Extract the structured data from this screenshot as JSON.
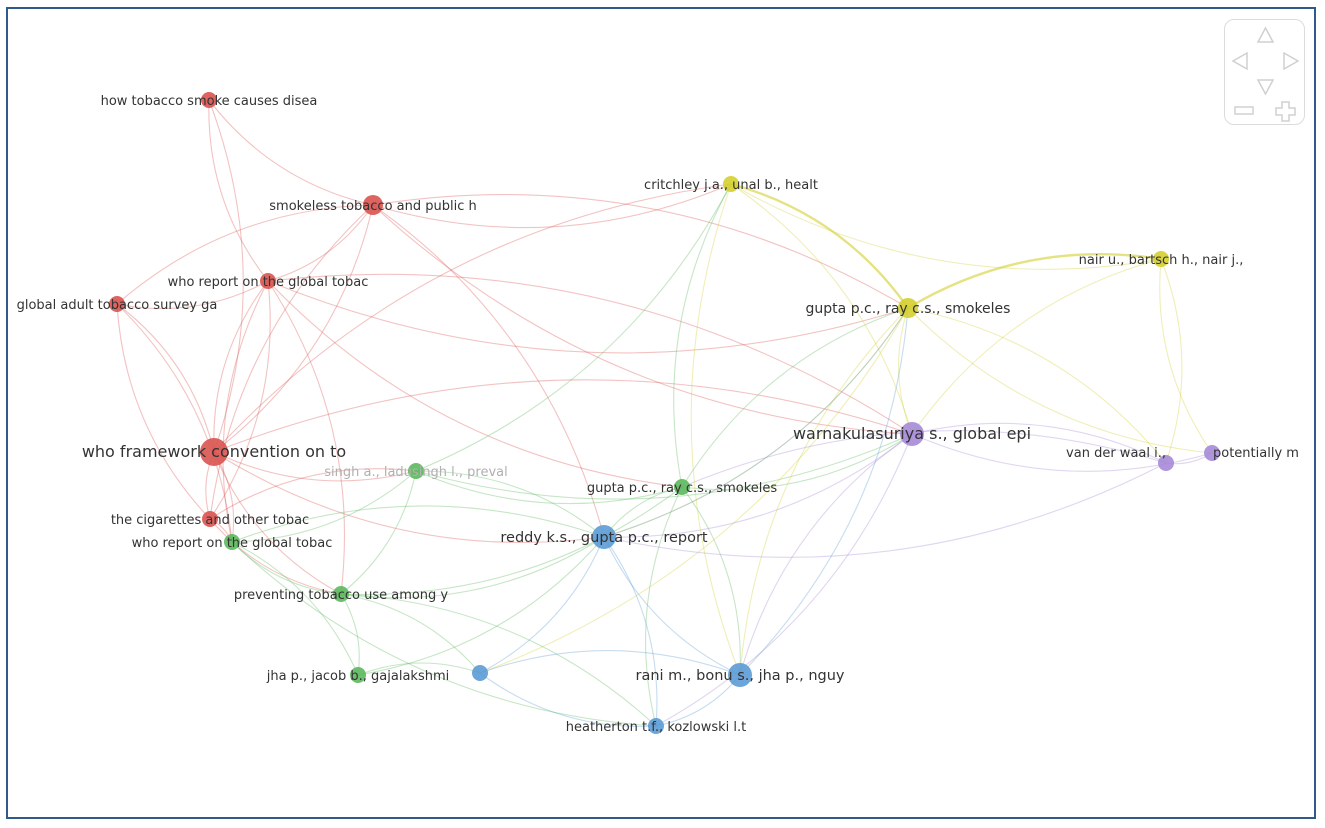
{
  "network": {
    "clusters": {
      "red": "#d9534f",
      "green": "#5cb85c",
      "blue": "#5b9bd5",
      "yellow": "#d4cf2f",
      "purple": "#a68ad8"
    },
    "nodes": [
      {
        "id": "n1",
        "label": "how tobacco smoke causes disea",
        "cluster": "red",
        "weight": 2
      },
      {
        "id": "n2",
        "label": "smokeless tobacco and public h",
        "cluster": "red",
        "weight": 3
      },
      {
        "id": "n3",
        "label": "who report on the global tobac",
        "cluster": "red",
        "weight": 2
      },
      {
        "id": "n4",
        "label": "global adult tobacco survey ga",
        "cluster": "red",
        "weight": 2
      },
      {
        "id": "n5",
        "label": "who framework convention on to",
        "cluster": "red",
        "weight": 5
      },
      {
        "id": "n6",
        "label": "the cigarettes and other tobac",
        "cluster": "red",
        "weight": 2
      },
      {
        "id": "n7",
        "label": "who report on the global tobac",
        "cluster": "green",
        "weight": 2
      },
      {
        "id": "n8",
        "label": "singh a., ladusingh l., preval",
        "cluster": "green",
        "weight": 2,
        "faded": true
      },
      {
        "id": "n9",
        "label": "preventing tobacco use among y",
        "cluster": "green",
        "weight": 2
      },
      {
        "id": "n10",
        "label": "jha p., jacob b., gajalakshmi",
        "cluster": "green",
        "weight": 2
      },
      {
        "id": "n11",
        "label": "gupta p.c., ray c.s., smokeles",
        "cluster": "green",
        "weight": 2
      },
      {
        "id": "n12",
        "label": "critchley j.a., unal b., healt",
        "cluster": "yellow",
        "weight": 2
      },
      {
        "id": "n13",
        "label": "gupta p.c., ray c.s., smokeles",
        "cluster": "yellow",
        "weight": 3
      },
      {
        "id": "n14",
        "label": "nair u., bartsch h., nair j.,",
        "cluster": "yellow",
        "weight": 2
      },
      {
        "id": "n15",
        "label": "warnakulasuriya s., global epi",
        "cluster": "purple",
        "weight": 4
      },
      {
        "id": "n16",
        "label": "van der waal i.,",
        "cluster": "purple",
        "weight": 2
      },
      {
        "id": "n17",
        "label": "potentially m",
        "cluster": "purple",
        "weight": 2
      },
      {
        "id": "n18",
        "label": "reddy k.s., gupta p.c., report",
        "cluster": "blue",
        "weight": 4
      },
      {
        "id": "n19",
        "label": "",
        "cluster": "blue",
        "weight": 2
      },
      {
        "id": "n20",
        "label": "rani m., bonu s., jha p., nguy",
        "cluster": "blue",
        "weight": 4
      },
      {
        "id": "n21",
        "label": "heatherton t.f., kozlowski l.t",
        "cluster": "blue",
        "weight": 2
      }
    ],
    "links": [
      [
        "n1",
        "n3"
      ],
      [
        "n1",
        "n5"
      ],
      [
        "n1",
        "n2"
      ],
      [
        "n2",
        "n3"
      ],
      [
        "n2",
        "n4"
      ],
      [
        "n2",
        "n5"
      ],
      [
        "n2",
        "n12"
      ],
      [
        "n2",
        "n13"
      ],
      [
        "n2",
        "n15"
      ],
      [
        "n2",
        "n18"
      ],
      [
        "n2",
        "n6"
      ],
      [
        "n3",
        "n4"
      ],
      [
        "n3",
        "n5"
      ],
      [
        "n3",
        "n6"
      ],
      [
        "n3",
        "n7"
      ],
      [
        "n3",
        "n9"
      ],
      [
        "n3",
        "n13"
      ],
      [
        "n3",
        "n15"
      ],
      [
        "n3",
        "n11"
      ],
      [
        "n4",
        "n5"
      ],
      [
        "n4",
        "n6"
      ],
      [
        "n4",
        "n7"
      ],
      [
        "n5",
        "n6"
      ],
      [
        "n5",
        "n7"
      ],
      [
        "n5",
        "n9"
      ],
      [
        "n5",
        "n12"
      ],
      [
        "n5",
        "n18"
      ],
      [
        "n5",
        "n15"
      ],
      [
        "n5",
        "n8"
      ],
      [
        "n6",
        "n7"
      ],
      [
        "n6",
        "n9"
      ],
      [
        "n6",
        "n8"
      ],
      [
        "n7",
        "n9"
      ],
      [
        "n7",
        "n10"
      ],
      [
        "n7",
        "n8"
      ],
      [
        "n7",
        "n18"
      ],
      [
        "n8",
        "n12"
      ],
      [
        "n8",
        "n18"
      ],
      [
        "n8",
        "n11"
      ],
      [
        "n8",
        "n9"
      ],
      [
        "n8",
        "n15"
      ],
      [
        "n9",
        "n10"
      ],
      [
        "n9",
        "n18"
      ],
      [
        "n9",
        "n19"
      ],
      [
        "n9",
        "n11"
      ],
      [
        "n10",
        "n19"
      ],
      [
        "n10",
        "n18"
      ],
      [
        "n11",
        "n13"
      ],
      [
        "n11",
        "n18"
      ],
      [
        "n11",
        "n12"
      ],
      [
        "n11",
        "n15"
      ],
      [
        "n11",
        "n20"
      ],
      [
        "n11",
        "n21"
      ],
      [
        "n12",
        "n13"
      ],
      [
        "n12",
        "n14"
      ],
      [
        "n12",
        "n15"
      ],
      [
        "n12",
        "n20"
      ],
      [
        "n13",
        "n14"
      ],
      [
        "n13",
        "n15"
      ],
      [
        "n13",
        "n18"
      ],
      [
        "n13",
        "n20"
      ],
      [
        "n13",
        "n16"
      ],
      [
        "n13",
        "n17"
      ],
      [
        "n13",
        "n19"
      ],
      [
        "n14",
        "n15"
      ],
      [
        "n14",
        "n16"
      ],
      [
        "n14",
        "n17"
      ],
      [
        "n15",
        "n16"
      ],
      [
        "n15",
        "n17"
      ],
      [
        "n15",
        "n18"
      ],
      [
        "n15",
        "n20"
      ],
      [
        "n15",
        "n21"
      ],
      [
        "n16",
        "n17"
      ],
      [
        "n16",
        "n18"
      ],
      [
        "n16",
        "n11"
      ],
      [
        "n18",
        "n19"
      ],
      [
        "n18",
        "n20"
      ],
      [
        "n18",
        "n21"
      ],
      [
        "n18",
        "n13"
      ],
      [
        "n19",
        "n20"
      ],
      [
        "n19",
        "n21"
      ],
      [
        "n20",
        "n21"
      ],
      [
        "n20",
        "n13"
      ],
      [
        "n9",
        "n21"
      ],
      [
        "n7",
        "n21"
      ]
    ]
  },
  "navigation": {
    "up_icon": "triangle-up",
    "down_icon": "triangle-down",
    "left_icon": "triangle-left",
    "right_icon": "triangle-right",
    "zoom_out_icon": "minus",
    "zoom_in_icon": "plus"
  }
}
